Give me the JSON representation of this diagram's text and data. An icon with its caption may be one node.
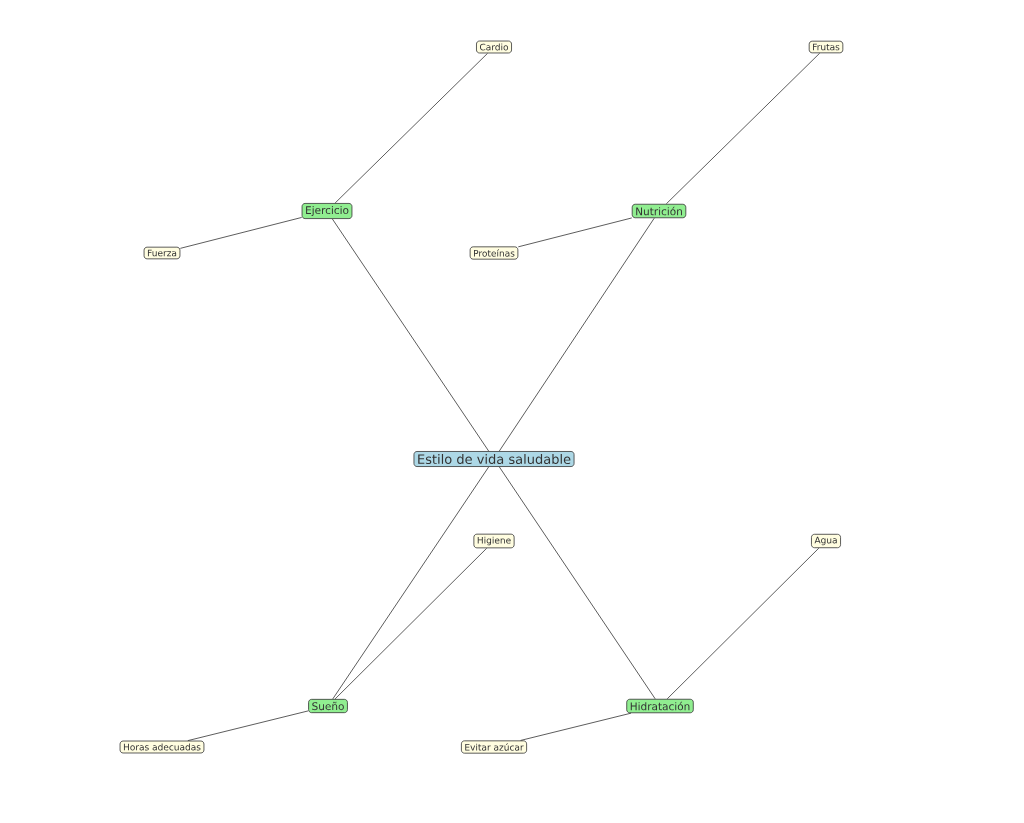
{
  "diagram": {
    "nodes": [
      {
        "text": [
          "Estilo de vida saludable"
        ]
      },
      {
        "text": [
          "Ejercicio"
        ]
      },
      {
        "text": [
          "Nutrición"
        ]
      },
      {
        "text": [
          "Sueño"
        ]
      },
      {
        "text": [
          "Hidratación"
        ]
      },
      {
        "text": [
          "Cardio"
        ]
      },
      {
        "text": [
          "Fuerza"
        ]
      },
      {
        "text": [
          "Frutas"
        ]
      },
      {
        "text": [
          "Proteínas"
        ]
      },
      {
        "text": [
          "Higiene"
        ]
      },
      {
        "text": [
          "Horas adecuadas"
        ]
      },
      {
        "text": [
          "Agua"
        ]
      },
      {
        "text": [
          "Evitar azúcar"
        ]
      }
    ],
    "edges": [
      {
        "from": 0,
        "to": 1,
        "arrow": "none"
      },
      {
        "from": 0,
        "to": 2,
        "arrow": "none"
      },
      {
        "from": 0,
        "to": 3,
        "arrow": "none"
      },
      {
        "from": 0,
        "to": 4,
        "arrow": "none"
      },
      {
        "from": 1,
        "to": 5,
        "arrow": "none"
      },
      {
        "from": 1,
        "to": 6,
        "arrow": "none"
      },
      {
        "from": 2,
        "to": 7,
        "arrow": "none"
      },
      {
        "from": 2,
        "to": 8,
        "arrow": "none"
      },
      {
        "from": 3,
        "to": 9,
        "arrow": "none"
      },
      {
        "from": 3,
        "to": 10,
        "arrow": "none"
      },
      {
        "from": 4,
        "to": 11,
        "arrow": "none"
      },
      {
        "from": 4,
        "to": 12,
        "arrow": "none"
      }
    ]
  }
}
